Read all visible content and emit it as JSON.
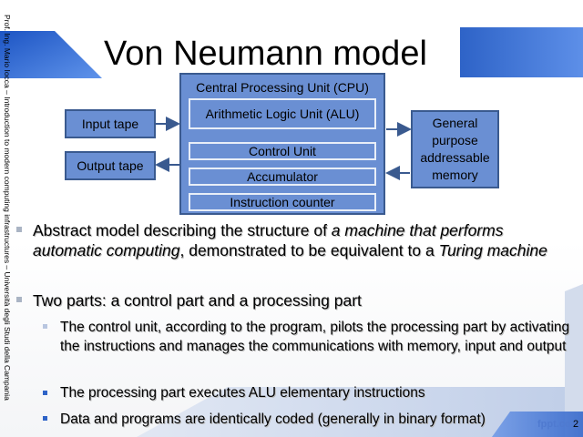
{
  "slide": {
    "title": "Von Neumann model",
    "side_text": "Prof. Ing. Mario Iocca – Introduction to modern computing infrastructures – Università degli Studi della Campania",
    "page_number": "2",
    "logo_text": "fppt.com"
  },
  "diagram": {
    "cpu_label": "Central Processing Unit (CPU)",
    "alu": "Arithmetic Logic Unit (ALU)",
    "control_unit": "Control Unit",
    "accumulator": "Accumulator",
    "instruction_counter": "Instruction counter",
    "input_tape": "Input tape",
    "output_tape": "Output tape",
    "memory_line1": "General",
    "memory_line2": "purpose",
    "memory_line3": "addressable",
    "memory_line4": "memory"
  },
  "bullets": {
    "b1_part1": "Abstract model describing the structure of ",
    "b1_em1": "a machine that performs automatic computing",
    "b1_part2": ", demonstrated to be equivalent to a ",
    "b1_em2": "Turing machine",
    "b2": "Two parts: a control part and a processing part",
    "sub1": "The control unit, according to the program, pilots the processing part by activating the instructions and manages the communications with memory, input and output",
    "sub2": "The processing part executes ALU elementary instructions",
    "sub3": "Data and programs are identically coded (generally in binary format)"
  },
  "colors": {
    "box_fill": "#6a8fd3",
    "accent_blue": "#2e63c7"
  },
  "icons": {
    "bullet_l1": "square-bullet-gray",
    "bullet_l2": "square-bullet-blue"
  }
}
